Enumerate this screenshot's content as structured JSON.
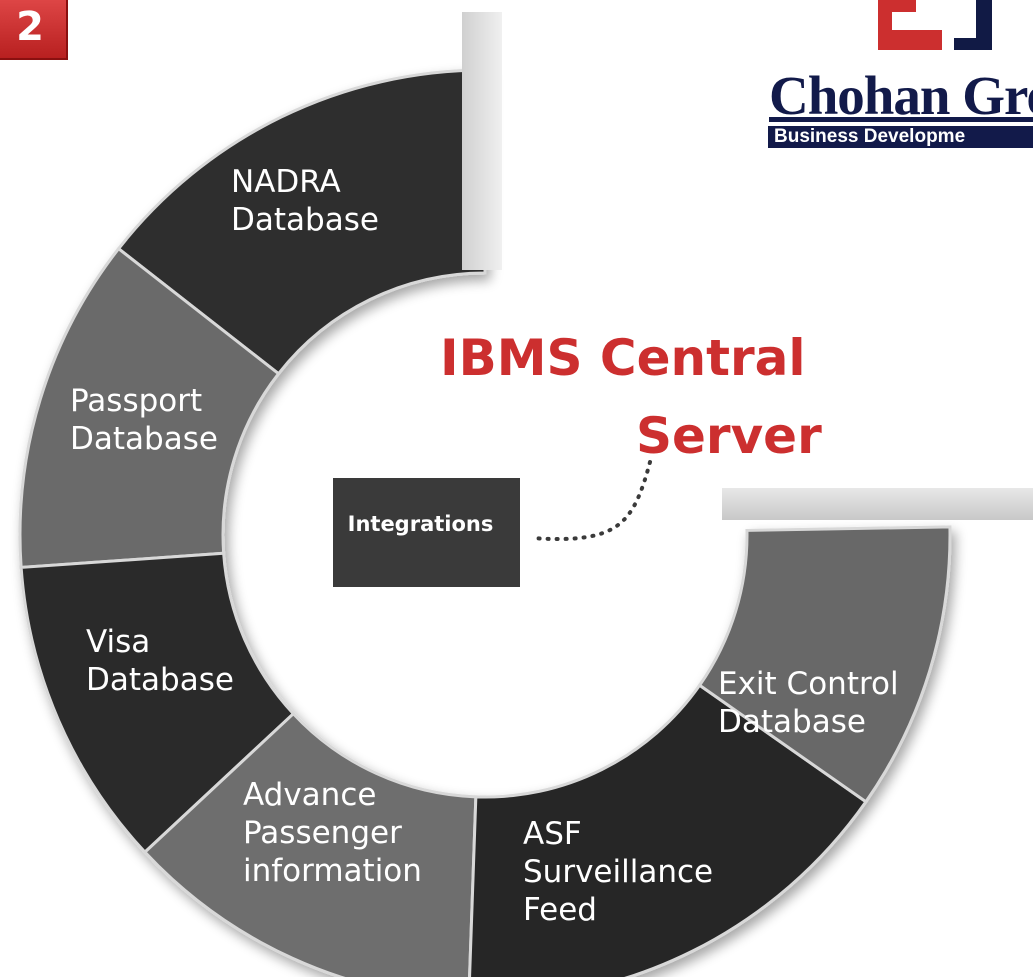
{
  "badge": {
    "text": "2"
  },
  "logo": {
    "name": "Chohan Gro",
    "tagline": "Business Developme",
    "colors": {
      "mark": "#cc2f2f",
      "text": "#121a4a"
    }
  },
  "center": {
    "title_line1": "IBMS Central",
    "title_line2": "Server",
    "box_label": "Integrations",
    "title_color": "#cc2f2f"
  },
  "segments": [
    {
      "id": "nadra",
      "lines": [
        "NADRA",
        "Database"
      ],
      "color": "#2e2e2e"
    },
    {
      "id": "passport",
      "lines": [
        "Passport",
        "Database"
      ],
      "color": "#6a6a6a"
    },
    {
      "id": "visa",
      "lines": [
        "Visa",
        "Database"
      ],
      "color": "#2b2b2b"
    },
    {
      "id": "api",
      "lines": [
        "Advance",
        "Passenger",
        "information"
      ],
      "color": "#6e6e6e"
    },
    {
      "id": "asf",
      "lines": [
        "ASF",
        "Surveillance",
        "Feed"
      ],
      "color": "#262626"
    },
    {
      "id": "ecl",
      "lines": [
        "Exit Control",
        "Database"
      ],
      "color": "#676767"
    }
  ]
}
